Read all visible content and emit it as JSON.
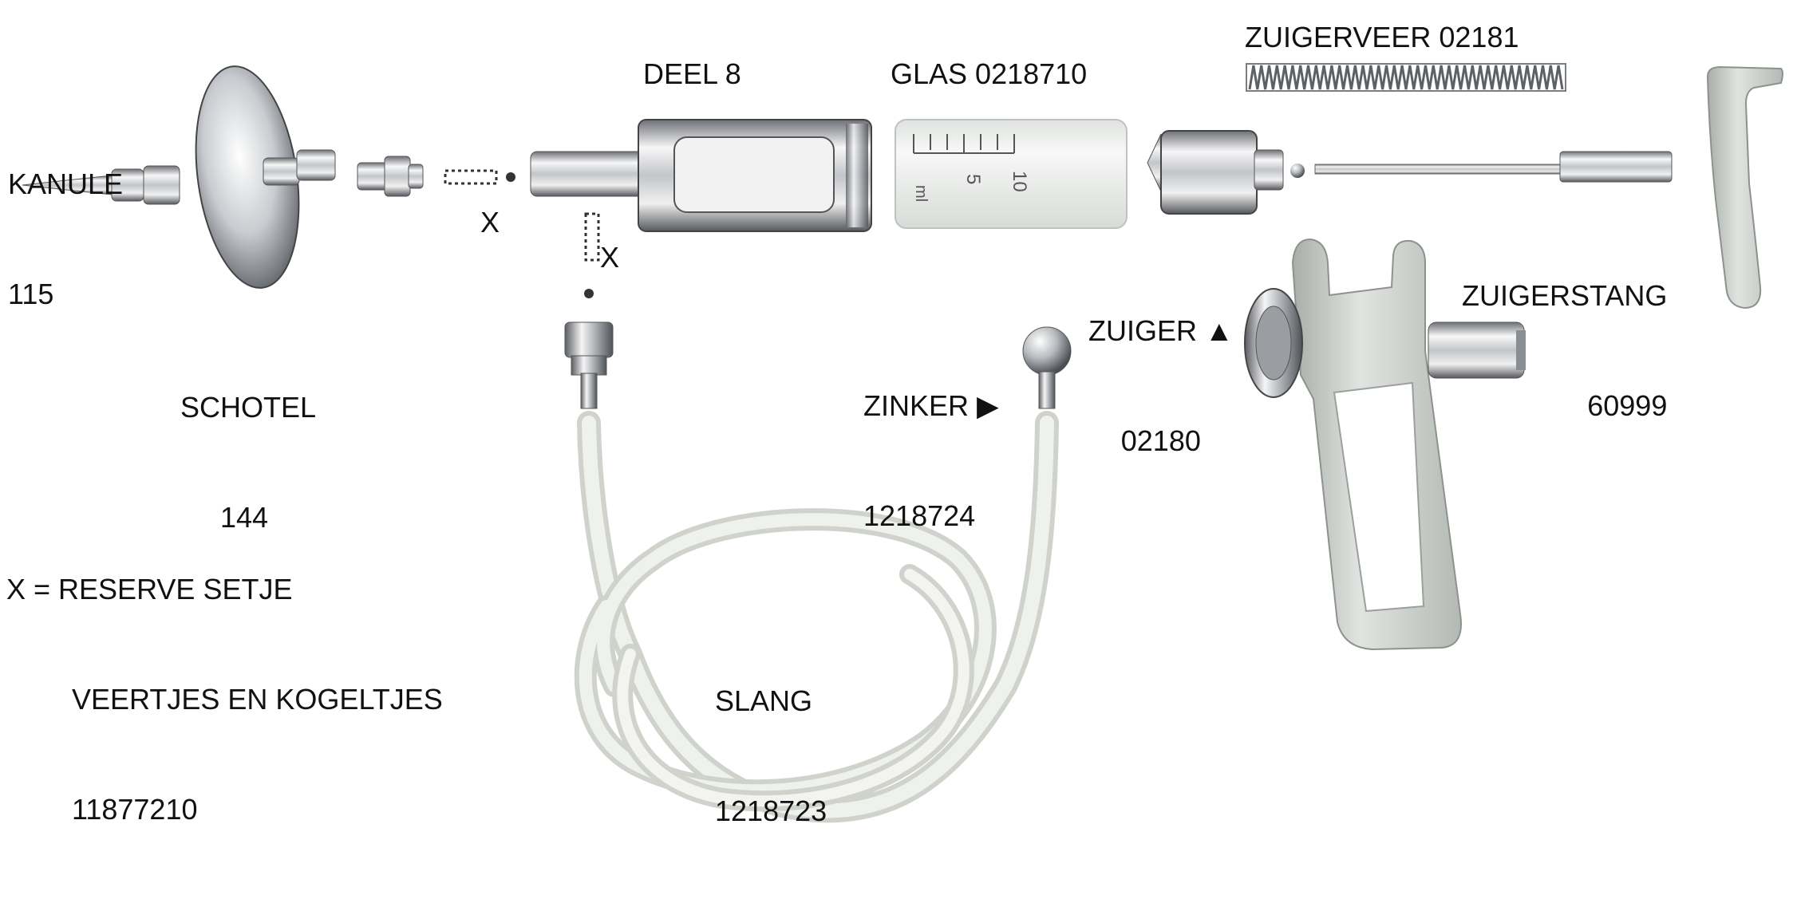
{
  "labels": {
    "kanule": {
      "name": "KANULE",
      "code": "115"
    },
    "schotel": {
      "name": "SCHOTEL",
      "code": "144"
    },
    "x_small_left": "X",
    "x_small_valve": "X",
    "deel": "DEEL 8",
    "glas": "GLAS 0218710",
    "zuigerveer": "ZUIGERVEER 02181",
    "zuigerstang": {
      "name": "ZUIGERSTANG",
      "code": "60999"
    },
    "zuiger": {
      "name": "ZUIGER ▲",
      "code": "02180"
    },
    "zinker": {
      "name": "ZINKER ▶",
      "code": "1218724"
    },
    "slang": {
      "name": "SLANG",
      "code": "1218723"
    },
    "reserve": {
      "line1": "X = RESERVE SETJE",
      "line2": "VEERTJES EN KOGELTJES",
      "line3": "11877210"
    },
    "glass_scale": {
      "unit": "ml",
      "mark5": "5",
      "mark10": "10"
    }
  },
  "colors": {
    "background": "#ffffff",
    "text": "#111111",
    "chrome_light": "#f2f2f2",
    "chrome_mid": "#b9bcc0",
    "chrome_dark": "#5e6166",
    "handle": "#d2d6d2",
    "handle_shadow": "#9aa09c",
    "tube": "#e6e9e2",
    "glass": "#eef0ee"
  }
}
